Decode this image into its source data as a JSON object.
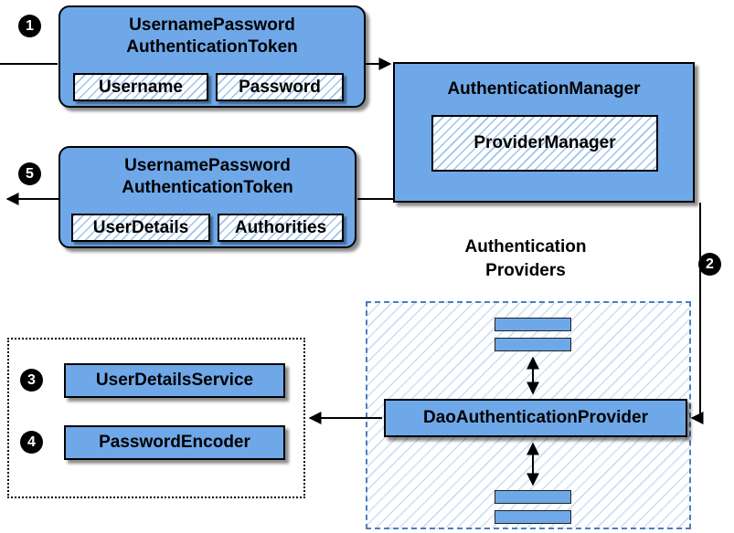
{
  "steps": {
    "one": "1",
    "two": "2",
    "three": "3",
    "four": "4",
    "five": "5"
  },
  "request_token": {
    "title_line1": "UsernamePassword",
    "title_line2": "AuthenticationToken",
    "fields": [
      "Username",
      "Password"
    ]
  },
  "authentication_manager": {
    "title": "AuthenticationManager",
    "provider_manager": "ProviderManager"
  },
  "response_token": {
    "title_line1": "UsernamePassword",
    "title_line2": "AuthenticationToken",
    "fields": [
      "UserDetails",
      "Authorities"
    ]
  },
  "providers": {
    "heading_line1": "Authentication",
    "heading_line2": "Providers",
    "dao_provider": "DaoAuthenticationProvider"
  },
  "services": {
    "user_details_service": "UserDetailsService",
    "password_encoder": "PasswordEncoder"
  },
  "colors": {
    "box_fill": "#6FA8E8",
    "hatch_line": "#9CC2EE",
    "providers_hatch": "#CBDFF5",
    "dashed_border": "#4A7EBE",
    "arrow": "#000000"
  }
}
